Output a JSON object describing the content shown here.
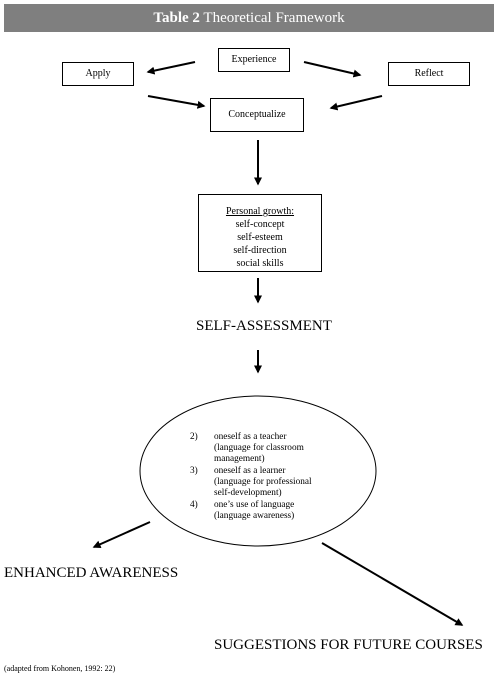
{
  "title": {
    "label": "Table 2",
    "text": "Theoretical Framework"
  },
  "cycle": {
    "experience": "Experience",
    "apply": "Apply",
    "reflect": "Reflect",
    "conceptualize": "Conceptualize"
  },
  "personal_growth": {
    "heading": "Personal growth:",
    "items": [
      "self-concept",
      "self-esteem",
      "self-direction",
      "social skills"
    ]
  },
  "self_assessment": "SELF-ASSESSMENT",
  "ellipse_items": [
    {
      "num": "2)",
      "lines": [
        "oneself as a teacher",
        "(language for classroom",
        "management)"
      ]
    },
    {
      "num": "3)",
      "lines": [
        "oneself as a learner",
        "(language for professional",
        "self-development)"
      ]
    },
    {
      "num": "4)",
      "lines": [
        "one’s use of language",
        "(language awareness)"
      ]
    }
  ],
  "outcomes": {
    "enhanced": "ENHANCED AWARENESS",
    "suggestions": "SUGGESTIONS FOR FUTURE COURSES"
  },
  "source": "(adapted from Kohonen, 1992: 22)"
}
